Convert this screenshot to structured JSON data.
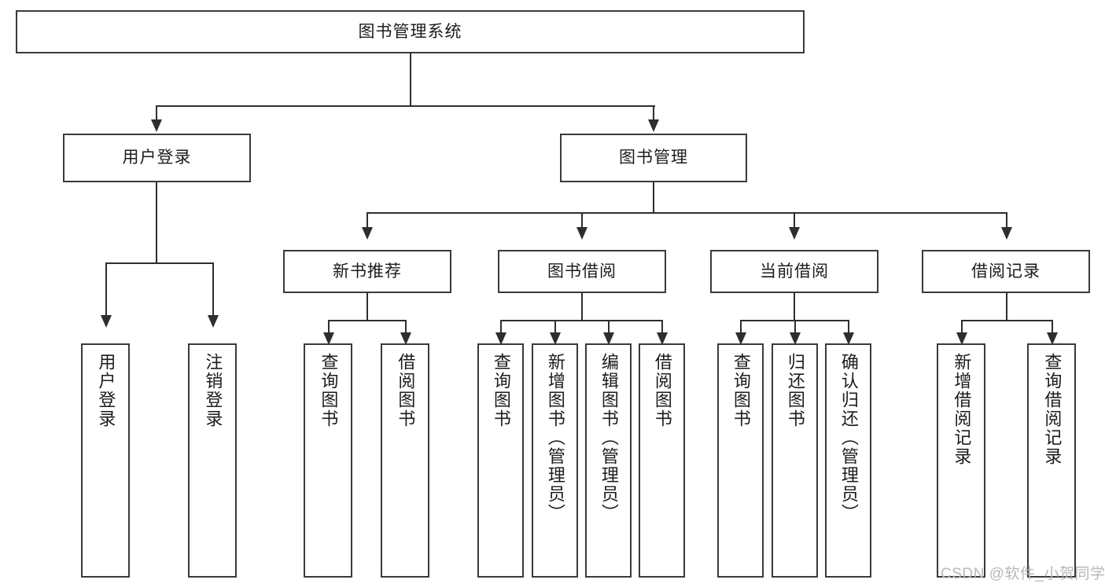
{
  "diagram": {
    "title": "图书管理系统",
    "type": "tree",
    "root": {
      "id": "root",
      "label": "图书管理系统"
    },
    "level2": [
      {
        "id": "user-login",
        "label": "用户登录"
      },
      {
        "id": "book-manage",
        "label": "图书管理"
      }
    ],
    "level3": [
      {
        "id": "new-book-recommend",
        "label": "新书推荐",
        "parent": "book-manage"
      },
      {
        "id": "book-borrow",
        "label": "图书借阅",
        "parent": "book-manage"
      },
      {
        "id": "current-borrow",
        "label": "当前借阅",
        "parent": "book-manage"
      },
      {
        "id": "borrow-record",
        "label": "借阅记录",
        "parent": "book-manage"
      }
    ],
    "leaves": {
      "user_login": [
        {
          "id": "leaf-user-login",
          "label": "用户登录"
        },
        {
          "id": "leaf-user-logout",
          "label": "注销登录"
        }
      ],
      "new_book_recommend": [
        {
          "id": "leaf-query-book-1",
          "label": "查询图书"
        },
        {
          "id": "leaf-borrow-book-1",
          "label": "借阅图书"
        }
      ],
      "book_borrow": [
        {
          "id": "leaf-query-book-2",
          "label": "查询图书"
        },
        {
          "id": "leaf-add-book",
          "label": "新增图书（管理员）"
        },
        {
          "id": "leaf-edit-book",
          "label": "编辑图书（管理员）"
        },
        {
          "id": "leaf-borrow-book-2",
          "label": "借阅图书"
        }
      ],
      "current_borrow": [
        {
          "id": "leaf-query-book-3",
          "label": "查询图书"
        },
        {
          "id": "leaf-return-book",
          "label": "归还图书"
        },
        {
          "id": "leaf-confirm-return",
          "label": "确认归还（管理员）"
        }
      ],
      "borrow_record": [
        {
          "id": "leaf-add-record",
          "label": "新增借阅记录"
        },
        {
          "id": "leaf-query-record",
          "label": "查询借阅记录"
        }
      ]
    }
  },
  "watermark": {
    "text": "CSDN @软件_小贺同学"
  },
  "colors": {
    "box_border": "#3a3a3a",
    "connector": "#2e2e2e",
    "text": "#1c1c1c",
    "background": "#ffffff",
    "watermark": "#b8b8b8"
  }
}
